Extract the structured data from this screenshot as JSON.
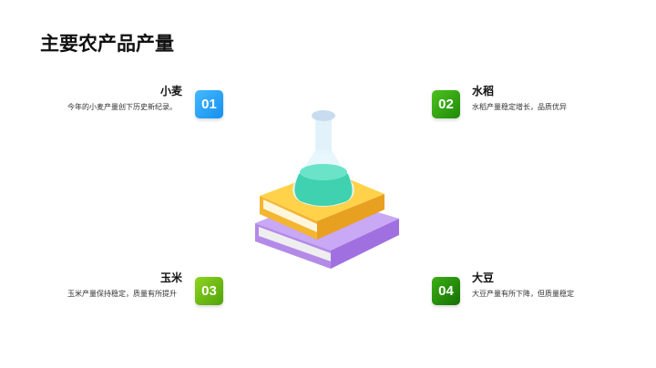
{
  "title": "主要农产品产量",
  "items": [
    {
      "num": "01",
      "name": "小麦",
      "desc": "今年的小麦产量创下历史新纪录。",
      "color": "#1a9cf5"
    },
    {
      "num": "02",
      "name": "水稻",
      "desc": "水稻产量稳定增长，品质优异",
      "color": "#2e9b10"
    },
    {
      "num": "03",
      "name": "玉米",
      "desc": "玉米产量保持稳定，质量有所提升",
      "color": "#6cbf12"
    },
    {
      "num": "04",
      "name": "大豆",
      "desc": "大豆产量有所下降，但质量稳定",
      "color": "#2a8a0c"
    }
  ],
  "illustration": "books-and-flask"
}
